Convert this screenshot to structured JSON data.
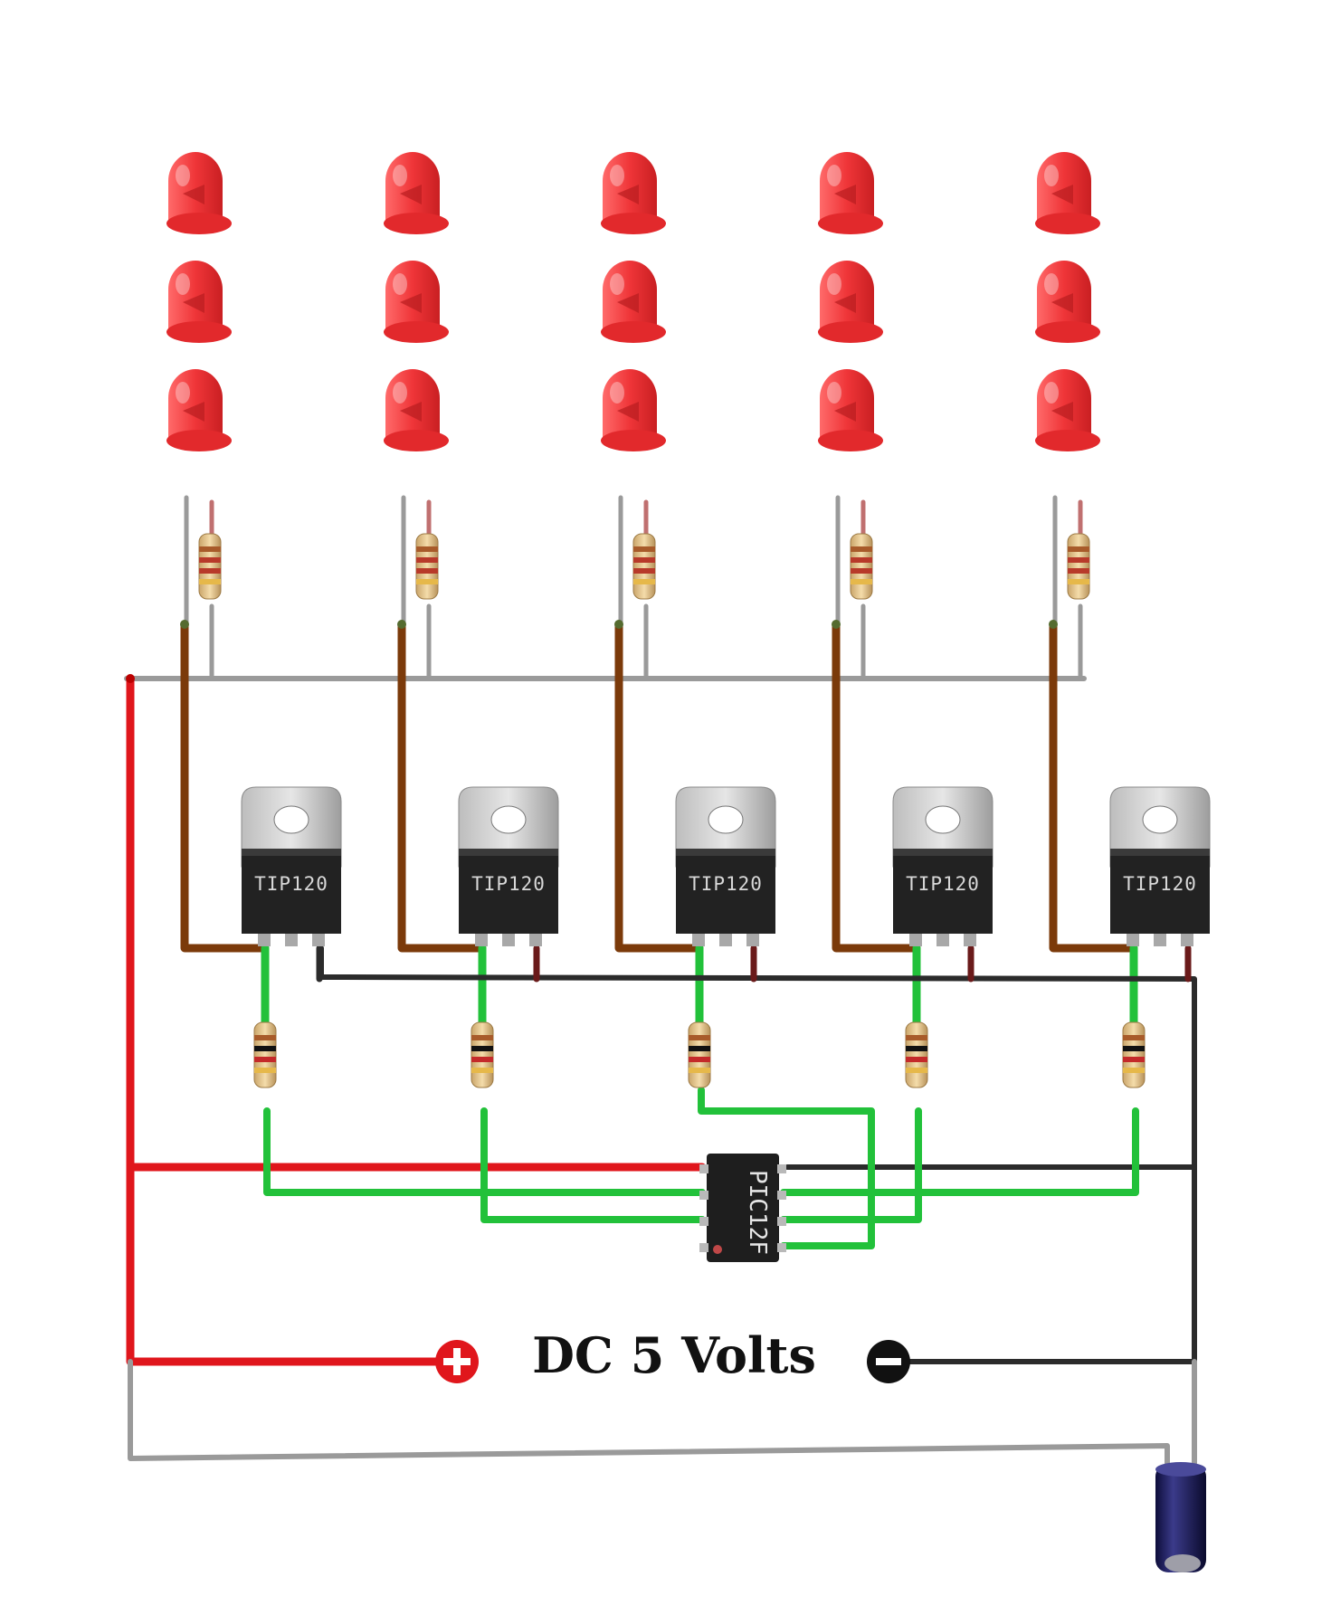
{
  "supply": {
    "label": "DC 5 Volts",
    "positive_symbol": "plus-terminal-icon",
    "negative_symbol": "minus-terminal-icon"
  },
  "transistor": {
    "part_label": "TIP120",
    "count": 5
  },
  "microcontroller": {
    "part_label": "PIC12F"
  },
  "led": {
    "per_column": 3,
    "columns": 5
  },
  "colors": {
    "positive_wire": "#e0161c",
    "negative_wire": "#2b2b2b",
    "gate_wire": "#22c13a",
    "collector_wire": "#7b3a0a",
    "led_wire": "#9a9a9a",
    "led_body": "#f0393c"
  }
}
